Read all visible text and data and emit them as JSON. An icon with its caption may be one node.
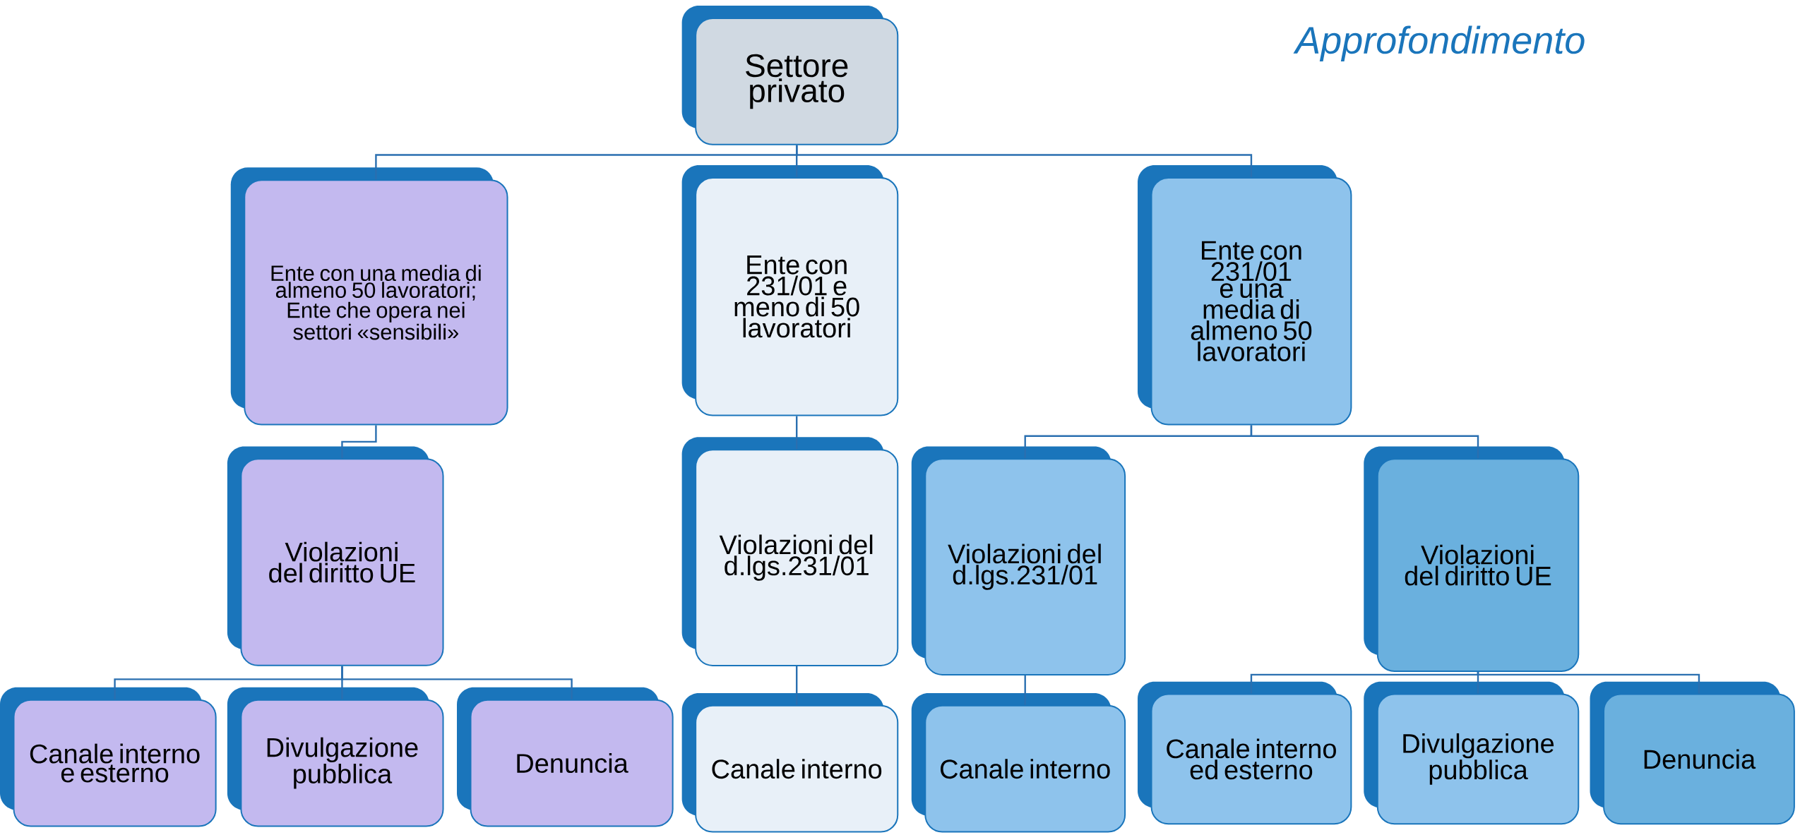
{
  "diagram": {
    "nodes": [
      {
        "text": [
          "Settore privato"
        ]
      },
      {
        "text": [
          "Ente con una media di almeno 50 lavoratori;  Ente che opera  nei settori «sensibili»"
        ]
      },
      {
        "text": [
          "Ente con 231/01 e meno di 50 lavoratori"
        ]
      },
      {
        "text": [
          "Ente con 231/01 e una media di almeno 50 lavoratori"
        ]
      },
      {
        "text": [
          "Violazioni del diritto UE"
        ]
      },
      {
        "text": [
          "Violazioni del d.lgs.231/01"
        ]
      },
      {
        "text": [
          "Violazioni del d.lgs.231/01"
        ]
      },
      {
        "text": [
          "Violazioni del diritto UE"
        ]
      },
      {
        "text": [
          "Canale interno e esterno"
        ]
      },
      {
        "text": [
          "Divulgazione pubblica"
        ]
      },
      {
        "text": [
          "Denuncia"
        ]
      },
      {
        "text": [
          "Canale interno"
        ]
      },
      {
        "text": [
          "Canale interno"
        ]
      },
      {
        "text": [
          "Canale interno ed esterno"
        ]
      },
      {
        "text": [
          "Divulgazione pubblica"
        ]
      },
      {
        "text": [
          "Denuncia"
        ]
      }
    ],
    "edges": [
      {
        "from": 0,
        "to": 1,
        "arrow": "none"
      },
      {
        "from": 0,
        "to": 2,
        "arrow": "none"
      },
      {
        "from": 0,
        "to": 3,
        "arrow": "none"
      },
      {
        "from": 1,
        "to": 4,
        "arrow": "none"
      },
      {
        "from": 2,
        "to": 5,
        "arrow": "none"
      },
      {
        "from": 3,
        "to": 6,
        "arrow": "none"
      },
      {
        "from": 3,
        "to": 7,
        "arrow": "none"
      },
      {
        "from": 4,
        "to": 8,
        "arrow": "none"
      },
      {
        "from": 4,
        "to": 9,
        "arrow": "none"
      },
      {
        "from": 4,
        "to": 10,
        "arrow": "none"
      },
      {
        "from": 5,
        "to": 11,
        "arrow": "none"
      },
      {
        "from": 6,
        "to": 12,
        "arrow": "none"
      },
      {
        "from": 7,
        "to": 13,
        "arrow": "none"
      },
      {
        "from": 7,
        "to": 14,
        "arrow": "none"
      },
      {
        "from": 7,
        "to": 15,
        "arrow": "none"
      }
    ],
    "labels": [
      "Approfondimento"
    ]
  }
}
